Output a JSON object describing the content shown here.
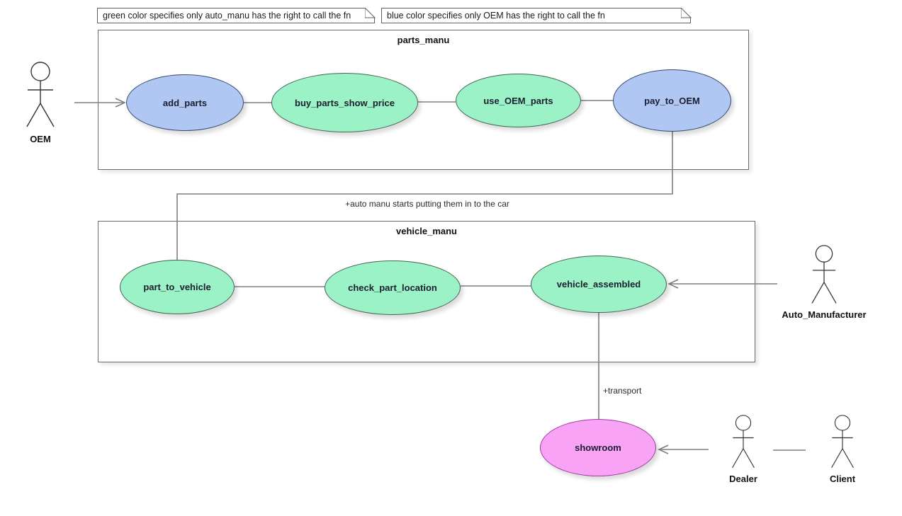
{
  "colors": {
    "auto_manu_fill": "#9AF2C6",
    "oem_fill": "#AFC7F2",
    "showroom_fill": "#F8A3F6",
    "connector": "#7F7F7F"
  },
  "notes": {
    "green": {
      "text": "green color specifies only auto_manu has the right to call the fn"
    },
    "blue": {
      "text": "blue color specifies only OEM has the right to call the fn"
    }
  },
  "systems": {
    "parts_manu": {
      "label": "parts_manu"
    },
    "vehicle_manu": {
      "label": "vehicle_manu"
    }
  },
  "usecases": {
    "add_parts": {
      "label": "add_parts",
      "fill": "oem_fill"
    },
    "buy_parts_show_price": {
      "label": "buy_parts_show_price",
      "fill": "auto_manu_fill"
    },
    "use_OEM_parts": {
      "label": "use_OEM_parts",
      "fill": "auto_manu_fill"
    },
    "pay_to_OEM": {
      "label": "pay_to_OEM",
      "fill": "oem_fill"
    },
    "part_to_vehicle": {
      "label": "part_to_vehicle",
      "fill": "auto_manu_fill"
    },
    "check_part_location": {
      "label": "check_part_location",
      "fill": "auto_manu_fill"
    },
    "vehicle_assembled": {
      "label": "vehicle_assembled",
      "fill": "auto_manu_fill"
    },
    "showroom": {
      "label": "showroom",
      "fill": "showroom_fill"
    }
  },
  "actors": {
    "oem": {
      "label": "OEM"
    },
    "auto_manufacturer": {
      "label": "Auto_Manufacturer"
    },
    "dealer": {
      "label": "Dealer"
    },
    "client": {
      "label": "Client"
    }
  },
  "edge_labels": {
    "assembly": {
      "text": "+auto manu starts putting them in to the car"
    },
    "transport": {
      "text": "+transport"
    }
  }
}
